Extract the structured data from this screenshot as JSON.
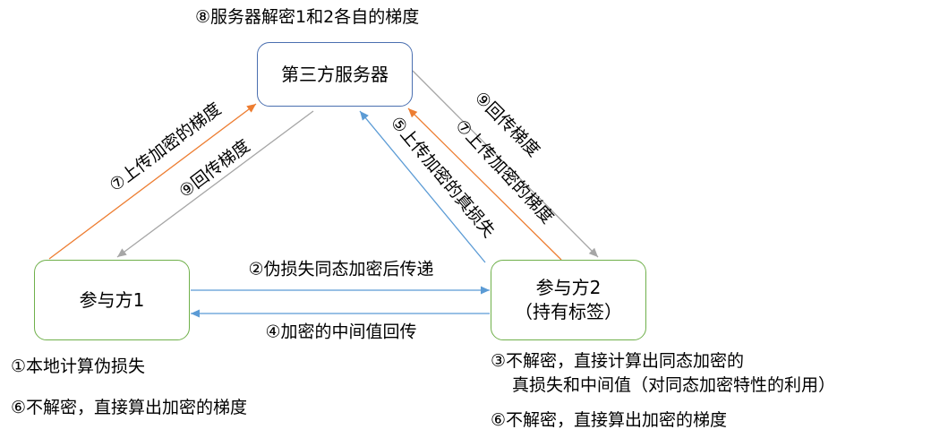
{
  "nodes": {
    "server": {
      "label": "第三方服务器"
    },
    "participant1": {
      "label": "参与方1"
    },
    "participant2": {
      "label": "参与方2",
      "sublabel": "（持有标签）"
    }
  },
  "edges": {
    "p1_to_server": {
      "label": "⑦上传加密的梯度",
      "color": "#ed7d31"
    },
    "server_to_p1": {
      "label": "⑨回传梯度",
      "color": "#a6a6a6"
    },
    "p2_to_server_loss": {
      "label": "⑤上传加密的真损失",
      "color": "#5b9bd5"
    },
    "p2_to_server_grad": {
      "label": "⑦上传加密的梯度",
      "color": "#ed7d31"
    },
    "server_to_p2": {
      "label": "⑨回传梯度",
      "color": "#a6a6a6"
    },
    "p1_to_p2": {
      "label": "②伪损失同态加密后传递",
      "color": "#5b9bd5"
    },
    "p2_to_p1": {
      "label": "④加密的中间值回传",
      "color": "#5b9bd5"
    }
  },
  "notes": {
    "server_top": "⑧服务器解密1和2各自的梯度",
    "p1_step1": "①本地计算伪损失",
    "p1_step6": "⑥不解密，直接算出加密的梯度",
    "p2_step3_line1": "③不解密，直接计算出同态加密的",
    "p2_step3_line2": "真损失和中间值（对同态加密特性的利用）",
    "p2_step6": "⑥不解密，直接算出加密的梯度"
  }
}
